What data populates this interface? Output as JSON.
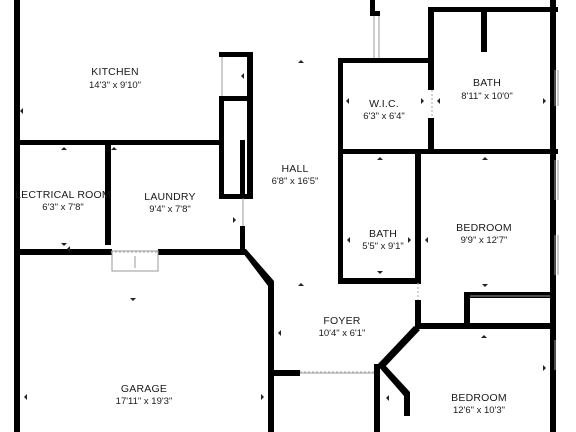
{
  "rooms": [
    {
      "id": "kitchen",
      "name": "KITCHEN",
      "dims": "14'3\" x 9'10\""
    },
    {
      "id": "wic",
      "name": "W.I.C.",
      "dims": "6'3\" x 6'4\""
    },
    {
      "id": "bath-upper",
      "name": "BATH",
      "dims": "8'11\" x 10'0\""
    },
    {
      "id": "electrical-room",
      "name": "LECTRICAL ROOM",
      "dims": "6'3\" x 7'8\""
    },
    {
      "id": "laundry",
      "name": "LAUNDRY",
      "dims": "9'4\" x 7'8\""
    },
    {
      "id": "hall",
      "name": "HALL",
      "dims": "6'8\" x 16'5\""
    },
    {
      "id": "bath-middle",
      "name": "BATH",
      "dims": "5'5\" x 9'1\""
    },
    {
      "id": "bedroom-middle",
      "name": "BEDROOM",
      "dims": "9'9\" x 12'7\""
    },
    {
      "id": "foyer",
      "name": "FOYER",
      "dims": "10'4\" x 6'1\""
    },
    {
      "id": "garage",
      "name": "GARAGE",
      "dims": "17'11\" x 19'3\""
    },
    {
      "id": "bedroom-lower",
      "name": "BEDROOM",
      "dims": "12'6\" x 10'3\""
    }
  ]
}
